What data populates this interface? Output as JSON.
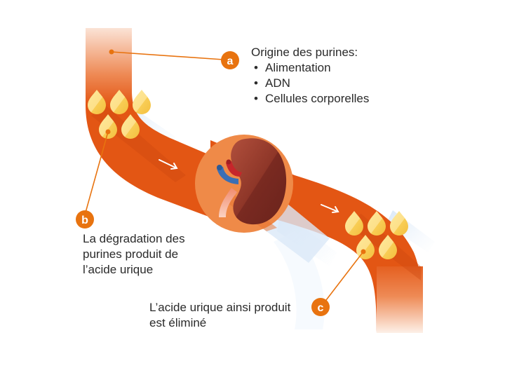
{
  "title": "Formation de l'acide urique",
  "colors": {
    "band": "#e35614",
    "band_dark": "#c9440e",
    "badge": "#e8730f",
    "leader_line": "#e8730f",
    "drop_light": "#fde58a",
    "drop_dark": "#f6c443",
    "circle": "#ef8a48",
    "kidney": "#8c3528",
    "artery": "#c6262b",
    "vein": "#3a6fb5",
    "ureter": "#f3a88a",
    "shadow": "#dbe9f8",
    "text": "#2a2a2a"
  },
  "callouts": {
    "a": {
      "badge": "a",
      "heading": "Origine des purines:",
      "items": [
        "Alimentation",
        "ADN",
        "Cellules corporelles"
      ]
    },
    "b": {
      "badge": "b",
      "lines": [
        "La dégradation des",
        "purines produit de",
        "l’acide urique"
      ]
    },
    "c": {
      "badge": "c",
      "lines": [
        "L’acide urique ainsi produit",
        "est éliminé"
      ]
    }
  },
  "icons": {
    "flow_arrow": "arrow-right-icon",
    "organ": "kidney-icon",
    "droplet": "purine-droplet-icon"
  }
}
